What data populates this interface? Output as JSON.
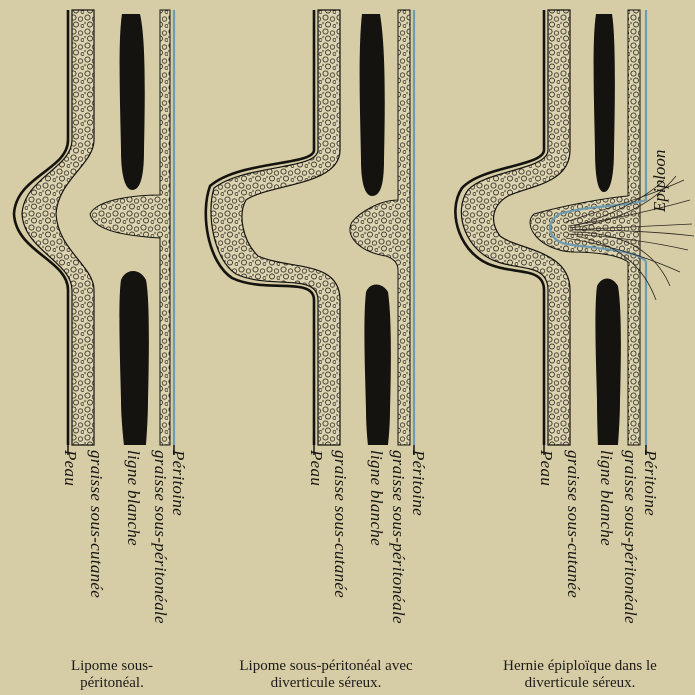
{
  "panels": [
    {
      "caption_lines": [
        "Lipome sous-",
        "péritonéal."
      ],
      "labels": {
        "peau": "Peau",
        "graisse_sous_cutanee": "graisse sous-cutanée",
        "ligne_blanche": "ligne blanche",
        "graisse_sous_peritoneale": "graisse sous-péritonéale",
        "peritoine": "Péritoine"
      }
    },
    {
      "caption_lines": [
        "Lipome sous-péritonéal avec",
        "diverticule séreux."
      ],
      "labels": {
        "peau": "Peau",
        "graisse_sous_cutanee": "graisse sous-cutanée",
        "ligne_blanche": "ligne blanche",
        "graisse_sous_peritoneale": "graisse sous-péritonéale",
        "peritoine": "Péritoine"
      }
    },
    {
      "caption_lines": [
        "Hernie épiploïque dans le",
        "diverticule séreux."
      ],
      "labels": {
        "peau": "Peau",
        "graisse_sous_cutanee": "graisse sous-cutanée",
        "ligne_blanche": "ligne blanche",
        "graisse_sous_peritoneale": "graisse sous-péritonéale",
        "peritoine": "Péritoine"
      },
      "extra_label": "Epiploon"
    }
  ],
  "colors": {
    "paper": "#d6cda6",
    "ink": "#151310",
    "peritoine": "#6f9bb0",
    "fat_fill": "#e0d8b6"
  }
}
